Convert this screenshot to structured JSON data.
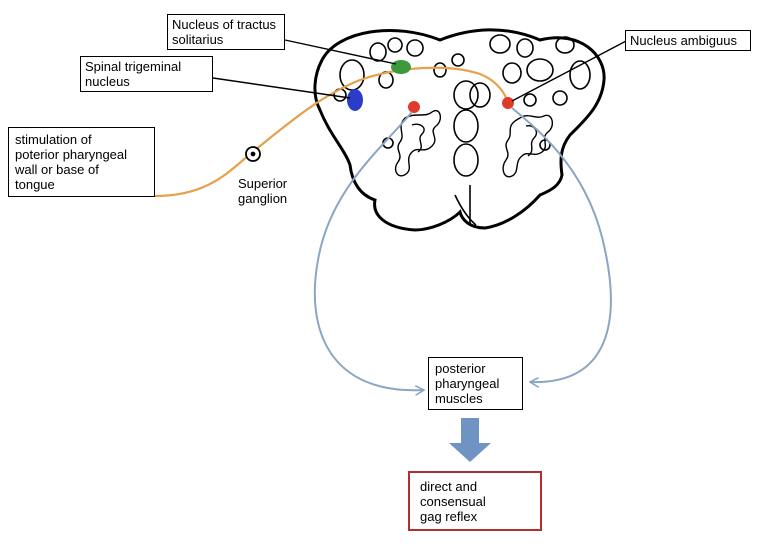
{
  "labels": {
    "nucleus_tractus_solitarius": "Nucleus of tractus\nsolitarius",
    "spinal_trigeminal": "Spinal trigeminal\nnucleus",
    "nucleus_ambiguus": "Nucleus ambiguus",
    "stimulation": "stimulation of\npoterior pharyngeal\nwall or base of\ntongue",
    "superior_ganglion": "Superior\nganglion",
    "posterior_muscles": "posterior\npharyngeal\nmuscles",
    "gag_reflex": "direct and\nconsensual\ngag reflex"
  },
  "colors": {
    "afferent_nerve": "#e8a04a",
    "efferent_arrow": "#8aa6c4",
    "big_arrow": "#6f93c2",
    "tractus_solitarius_dot": "#3c9a3c",
    "spinal_trigeminal_dot": "#2a3dc8",
    "ambiguus_dot": "#e03a2a",
    "reflex_border": "#b03030"
  }
}
